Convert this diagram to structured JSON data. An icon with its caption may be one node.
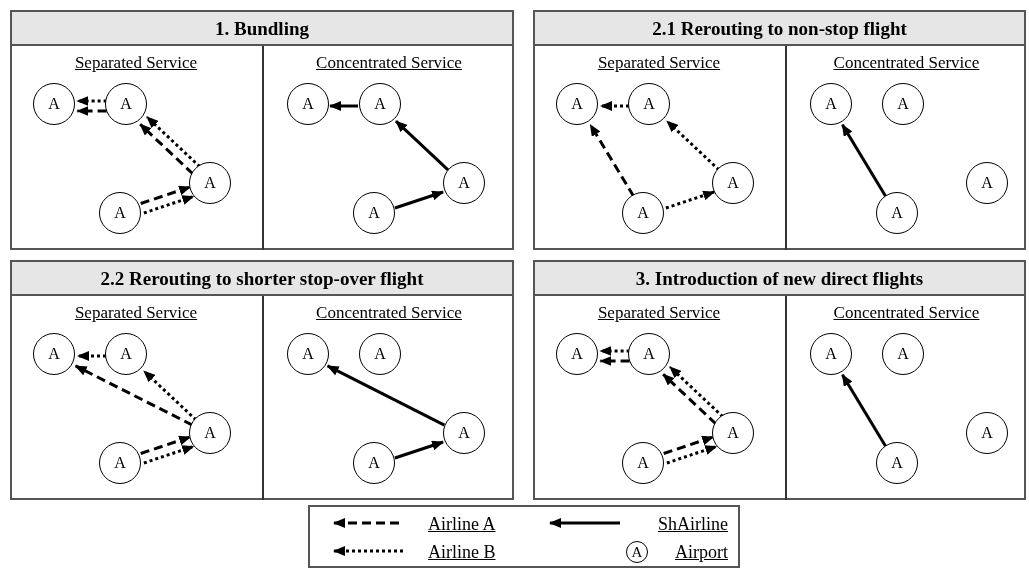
{
  "diagram": {
    "nodes": [
      {
        "text": [
          "1. Bundling"
        ]
      },
      {
        "text": [
          "Separated Service"
        ],
        "in": 0
      },
      {
        "text": [
          "A"
        ],
        "in": 1
      },
      {
        "text": [
          "A"
        ],
        "in": 1
      },
      {
        "text": [
          "A"
        ],
        "in": 1
      },
      {
        "text": [
          "A"
        ],
        "in": 1
      },
      {
        "text": [
          "Concentrated Service"
        ],
        "in": 0
      },
      {
        "text": [
          "A"
        ],
        "in": 6
      },
      {
        "text": [
          "A"
        ],
        "in": 6
      },
      {
        "text": [
          "A"
        ],
        "in": 6
      },
      {
        "text": [
          "A"
        ],
        "in": 6
      },
      {
        "text": [
          "2.1 Rerouting to non-stop flight"
        ]
      },
      {
        "text": [
          "Separated Service"
        ],
        "in": 11
      },
      {
        "text": [
          "A"
        ],
        "in": 12
      },
      {
        "text": [
          "A"
        ],
        "in": 12
      },
      {
        "text": [
          "A"
        ],
        "in": 12
      },
      {
        "text": [
          "A"
        ],
        "in": 12
      },
      {
        "text": [
          "Concentrated Service"
        ],
        "in": 11
      },
      {
        "text": [
          "A"
        ],
        "in": 17
      },
      {
        "text": [
          "A"
        ],
        "in": 17
      },
      {
        "text": [
          "A"
        ],
        "in": 17
      },
      {
        "text": [
          "A"
        ],
        "in": 17
      },
      {
        "text": [
          "2.2 Rerouting to shorter stop-over flight"
        ]
      },
      {
        "text": [
          "Separated Service"
        ],
        "in": 22
      },
      {
        "text": [
          "A"
        ],
        "in": 23
      },
      {
        "text": [
          "A"
        ],
        "in": 23
      },
      {
        "text": [
          "A"
        ],
        "in": 23
      },
      {
        "text": [
          "A"
        ],
        "in": 23
      },
      {
        "text": [
          "Concentrated Service"
        ],
        "in": 22
      },
      {
        "text": [
          "A"
        ],
        "in": 28
      },
      {
        "text": [
          "A"
        ],
        "in": 28
      },
      {
        "text": [
          "A"
        ],
        "in": 28
      },
      {
        "text": [
          "A"
        ],
        "in": 28
      },
      {
        "text": [
          "3. Introduction of new direct flights"
        ]
      },
      {
        "text": [
          "Separated Service"
        ],
        "in": 33
      },
      {
        "text": [
          "A"
        ],
        "in": 34
      },
      {
        "text": [
          "A"
        ],
        "in": 34
      },
      {
        "text": [
          "A"
        ],
        "in": 34
      },
      {
        "text": [
          "A"
        ],
        "in": 34
      },
      {
        "text": [
          "Concentrated Service"
        ],
        "in": 33
      },
      {
        "text": [
          "A"
        ],
        "in": 39
      },
      {
        "text": [
          "A"
        ],
        "in": 39
      },
      {
        "text": [
          "A"
        ],
        "in": 39
      },
      {
        "text": [
          "A"
        ],
        "in": 39
      }
    ],
    "edges": [
      {
        "from": 3,
        "to": 2,
        "arrow": "to",
        "style": "dashed"
      },
      {
        "from": 3,
        "to": 2,
        "arrow": "to",
        "style": "dashed"
      },
      {
        "from": 4,
        "to": 3,
        "arrow": "to",
        "style": "dashed"
      },
      {
        "from": 4,
        "to": 3,
        "arrow": "to",
        "style": "dashed"
      },
      {
        "from": 5,
        "to": 4,
        "arrow": "to",
        "style": "dashed"
      },
      {
        "from": 5,
        "to": 4,
        "arrow": "to",
        "style": "dashed"
      },
      {
        "from": 8,
        "to": 7,
        "arrow": "to"
      },
      {
        "from": 9,
        "to": 8,
        "arrow": "to"
      },
      {
        "from": 10,
        "to": 9,
        "arrow": "to"
      },
      {
        "from": 14,
        "to": 13,
        "arrow": "to",
        "style": "dashed"
      },
      {
        "from": 16,
        "to": 13,
        "arrow": "to",
        "style": "dashed"
      },
      {
        "from": 15,
        "to": 14,
        "arrow": "to",
        "style": "dashed"
      },
      {
        "from": 16,
        "to": 15,
        "arrow": "to",
        "style": "dashed"
      },
      {
        "from": 21,
        "to": 18,
        "arrow": "to"
      },
      {
        "from": 25,
        "to": 24,
        "arrow": "to",
        "style": "dashed"
      },
      {
        "from": 26,
        "to": 24,
        "arrow": "to",
        "style": "dashed"
      },
      {
        "from": 26,
        "to": 25,
        "arrow": "to",
        "style": "dashed"
      },
      {
        "from": 27,
        "to": 26,
        "arrow": "to",
        "style": "dashed"
      },
      {
        "from": 27,
        "to": 26,
        "arrow": "to",
        "style": "dashed"
      },
      {
        "from": 31,
        "to": 29,
        "arrow": "to"
      },
      {
        "from": 32,
        "to": 31,
        "arrow": "to"
      },
      {
        "from": 36,
        "to": 35,
        "arrow": "to",
        "style": "dashed"
      },
      {
        "from": 36,
        "to": 35,
        "arrow": "to",
        "style": "dashed"
      },
      {
        "from": 37,
        "to": 36,
        "arrow": "to",
        "style": "dashed"
      },
      {
        "from": 37,
        "to": 36,
        "arrow": "to",
        "style": "dashed"
      },
      {
        "from": 38,
        "to": 37,
        "arrow": "to",
        "style": "dashed"
      },
      {
        "from": 38,
        "to": 37,
        "arrow": "to",
        "style": "dashed"
      },
      {
        "from": 43,
        "to": 40,
        "arrow": "to"
      }
    ],
    "labels": [
      "A"
    ],
    "legend": [
      {
        "text": "Airline A"
      },
      {
        "text": "ShAirline"
      },
      {
        "text": "Airline B"
      },
      {
        "text": "Airport"
      }
    ]
  }
}
